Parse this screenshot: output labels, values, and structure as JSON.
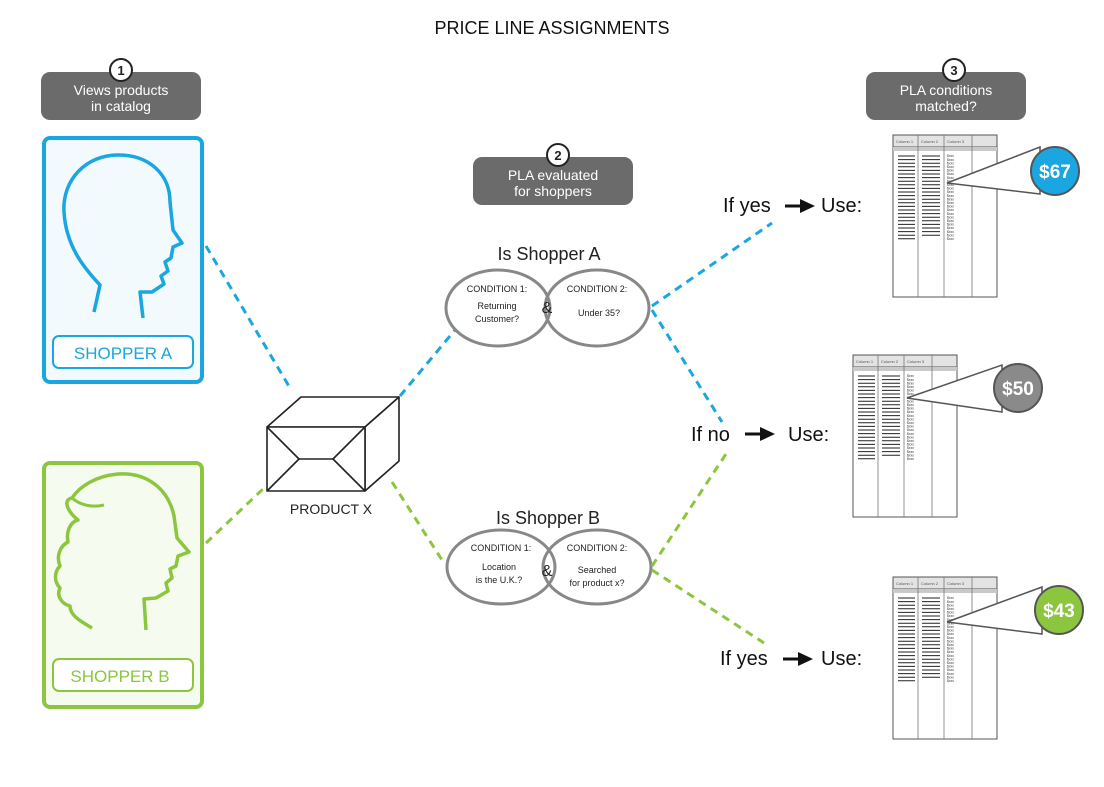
{
  "title": "PRICE LINE ASSIGNMENTS",
  "steps": [
    {
      "number": "1",
      "line1": "Views products",
      "line2": "in catalog"
    },
    {
      "number": "2",
      "line1": "PLA evaluated",
      "line2": "for shoppers"
    },
    {
      "number": "3",
      "line1": "PLA conditions",
      "line2": "matched?"
    }
  ],
  "shoppers": {
    "a": {
      "label": "SHOPPER A",
      "color": "#1aa6e0"
    },
    "b": {
      "label": "SHOPPER B",
      "color": "#8cc63f"
    }
  },
  "product": {
    "label": "PRODUCT X"
  },
  "questions": {
    "a": {
      "title": "Is Shopper A",
      "cond1_heading": "CONDITION 1:",
      "cond1_line1": "Returning",
      "cond1_line2": "Customer?",
      "cond2_heading": "CONDITION 2:",
      "cond2_line1": "Under 35?",
      "and": "&"
    },
    "b": {
      "title": "Is Shopper B",
      "cond1_heading": "CONDITION 1:",
      "cond1_line1": "Location",
      "cond1_line2": "is the U.K.?",
      "cond2_heading": "CONDITION 2:",
      "cond2_line1": "Searched",
      "cond2_line2": "for product x?",
      "and": "&"
    }
  },
  "outcomes": {
    "top": {
      "condition": "If yes",
      "use": "Use:",
      "price": "$67",
      "color": "#1aa6e0"
    },
    "mid": {
      "condition": "If no",
      "use": "Use:",
      "price": "$50",
      "color": "#8a8a8a"
    },
    "bottom": {
      "condition": "If yes",
      "use": "Use:",
      "price": "$43",
      "color": "#8cc63f"
    }
  },
  "price_list": {
    "col1": "Column 1",
    "col2": "Column 2",
    "col3": "Column 3",
    "item": "$xxx"
  }
}
